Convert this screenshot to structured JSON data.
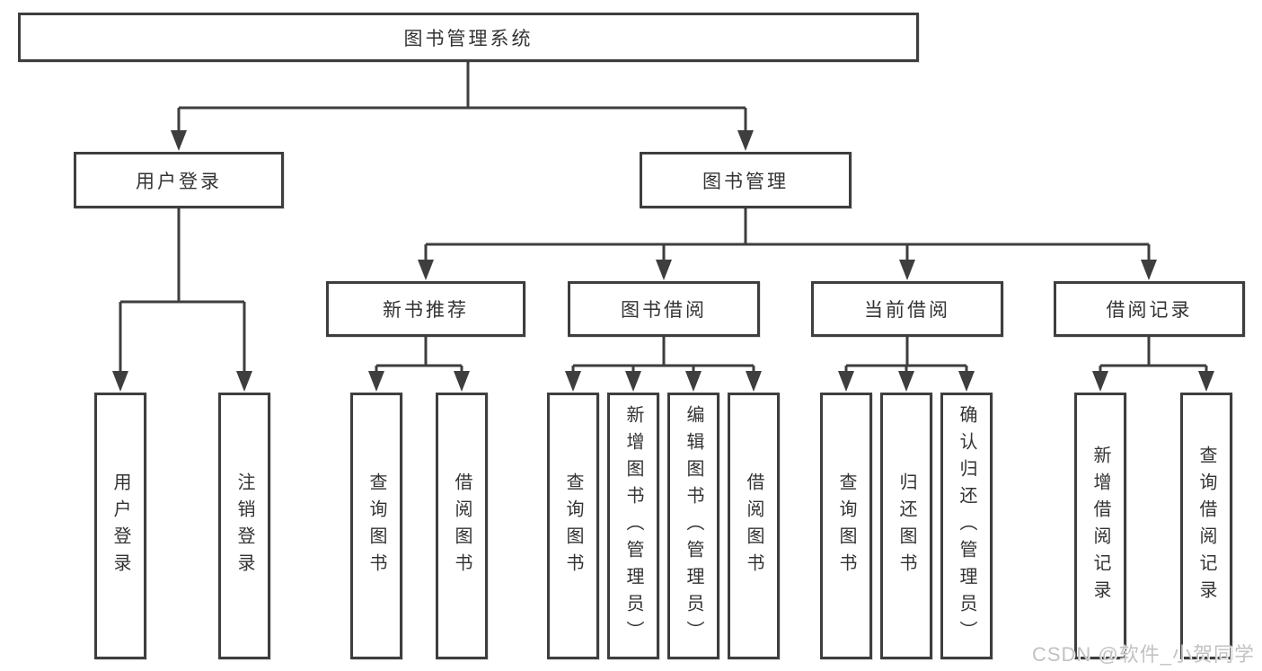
{
  "diagram": {
    "root": {
      "label": "图书管理系统"
    },
    "level2": [
      {
        "label": "用户登录"
      },
      {
        "label": "图书管理"
      }
    ],
    "level3": [
      {
        "label": "新书推荐"
      },
      {
        "label": "图书借阅"
      },
      {
        "label": "当前借阅"
      },
      {
        "label": "借阅记录"
      }
    ],
    "leaves": {
      "userLogin": [
        "用户登录",
        "注销登录"
      ],
      "newBookRec": [
        "查询图书",
        "借阅图书"
      ],
      "bookBorrow": [
        "查询图书",
        "新增图书（管理员）",
        "编辑图书（管理员）",
        "借阅图书"
      ],
      "currentBorrow": [
        "查询图书",
        "归还图书",
        "确认归还（管理员）"
      ],
      "borrowRecords": [
        "新增借阅记录",
        "查询借阅记录"
      ]
    }
  },
  "watermark": {
    "text": "CSDN @软件_小贺同学"
  },
  "colors": {
    "line": "#3e3e3e",
    "text": "#333333",
    "watermark": "#c2c2c2",
    "bg": "#ffffff"
  }
}
